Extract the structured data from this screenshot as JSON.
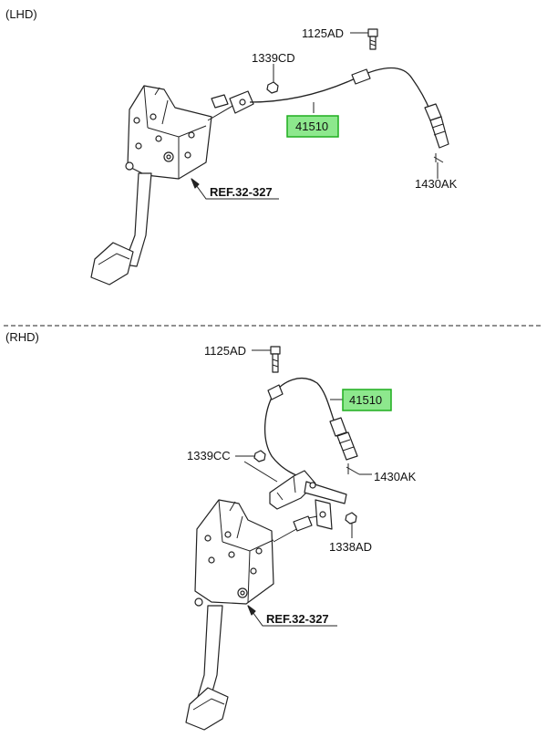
{
  "sections": {
    "lhd_label": "(LHD)",
    "rhd_label": "(RHD)"
  },
  "lhd": {
    "bolt_label": "1125AD",
    "nut_label": "1339CD",
    "cable_label": "41510",
    "clip_label": "1430AK",
    "ref_label": "REF.32-327"
  },
  "rhd": {
    "bolt_label": "1125AD",
    "cable_label": "41510",
    "nut_label": "1339CC",
    "clip_label": "1430AK",
    "nut2_label": "1338AD",
    "ref_label": "REF.32-327"
  },
  "colors": {
    "highlight_fill": "#8de88d",
    "highlight_border": "#1fae1f",
    "line": "#222222"
  }
}
